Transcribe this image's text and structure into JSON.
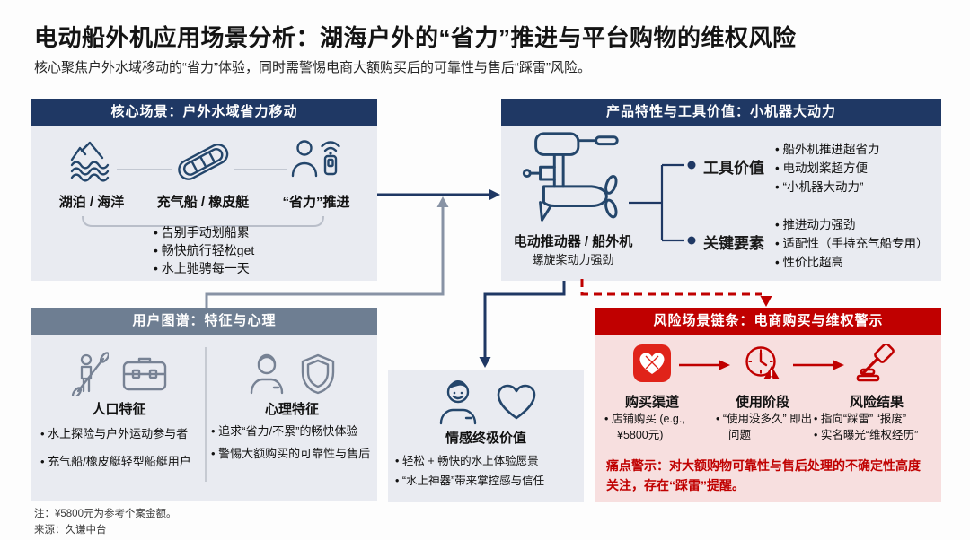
{
  "page": {
    "title": "电动船外机应用场景分析：湖海户外的“省力”推进与平台购物的维权风险",
    "subtitle": "核心聚焦户外水域移动的“省力”体验，同时需警惕电商大额购买后的可靠性与售后“踩雷”风险。",
    "footnote": "注：¥5800元为参考个案金额。",
    "source": "来源：久谦中台"
  },
  "colors": {
    "navy": "#1f3864",
    "slate_gray": "#6e7e92",
    "red": "#c00000",
    "panel_bg": "#e9ebf1",
    "risk_bg": "#f7dfdf",
    "icon_navy": "#24466b",
    "icon_gray": "#778294",
    "connector_gray": "#8893a5"
  },
  "core_scene": {
    "header": "核心场景：户外水域省力移动",
    "items": [
      {
        "label": "湖泊 / 海洋",
        "icon": "lake-ocean-icon"
      },
      {
        "label": "充气船 / 橡皮艇",
        "icon": "inflatable-boat-icon"
      },
      {
        "label": "“省力”推进",
        "icon": "person-remote-icon"
      }
    ],
    "bullets": [
      "告别手动划船累",
      "畅快航行轻松get",
      "水上驰骋每一天"
    ]
  },
  "product": {
    "header": "产品特性与工具价值：小机器大动力",
    "motor_title": "电动推动器 / 船外机",
    "motor_subtitle": "螺旋桨动力强劲",
    "branches": [
      {
        "label": "工具价值",
        "bullets": [
          "船外机推进超省力",
          "电动划桨超方便",
          "“小机器大动力”"
        ]
      },
      {
        "label": "关键要素",
        "bullets": [
          "推进动力强劲",
          "适配性（手持充气船专用）",
          "性价比超高"
        ]
      }
    ]
  },
  "user_profile": {
    "header": "用户图谱：特征与心理",
    "columns": [
      {
        "label": "人口特征",
        "bullets": [
          "水上探险与户外运动参与者",
          "充气船/橡皮艇轻型船艇用户"
        ]
      },
      {
        "label": "心理特征",
        "bullets": [
          "追求“省力/不累”的畅快体验",
          "警惕大额购买的可靠性与售后"
        ]
      }
    ]
  },
  "emotion": {
    "title": "情感终极价值",
    "bullets": [
      "轻松 + 畅快的水上体验愿景",
      "“水上神器”带来掌控感与信任"
    ]
  },
  "risk": {
    "header": "风险场景链条：电商购买与维权警示",
    "steps": [
      {
        "label": "购买渠道",
        "icon": "shopping-app-icon",
        "bullets": [
          "店铺购买 (e.g., ¥5800元)"
        ]
      },
      {
        "label": "使用阶段",
        "icon": "clock-warning-icon",
        "bullets": [
          "“使用没多久” 即出问题"
        ]
      },
      {
        "label": "风险结果",
        "icon": "gavel-icon",
        "bullets": [
          "指向“踩雷” “报废”",
          "实名曝光“维权经历”"
        ]
      }
    ],
    "warning": "痛点警示：对大额购物可靠性与售后处理的不确定性高度关注，存在“踩雷”提醒。"
  }
}
